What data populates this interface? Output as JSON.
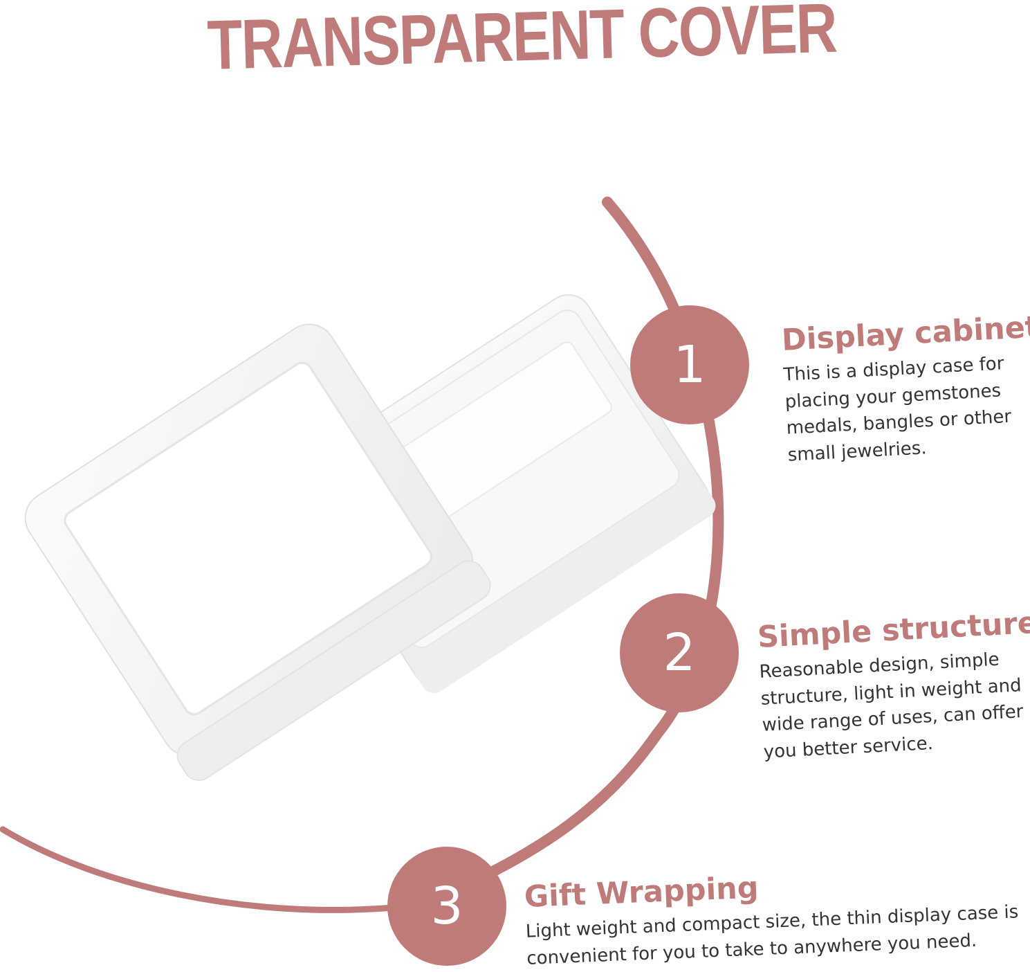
{
  "headline": "TRANSPARENT COVER",
  "colors": {
    "accent": "#bf7b79",
    "text": "#333333",
    "background": "#ffffff",
    "product": "#f7f7f7"
  },
  "features": [
    {
      "number": "1",
      "title": "Display cabinet",
      "description": "This is a display case for placing your gemstones medals, bangles or other small jewelries."
    },
    {
      "number": "2",
      "title": "Simple structure",
      "description": "Reasonable design, simple structure, light in weight and wide range of uses, can offer you better service."
    },
    {
      "number": "3",
      "title": "Gift Wrapping",
      "description": "Light weight and compact size, the thin display case is convenient for you to take to anywhere you need."
    }
  ]
}
